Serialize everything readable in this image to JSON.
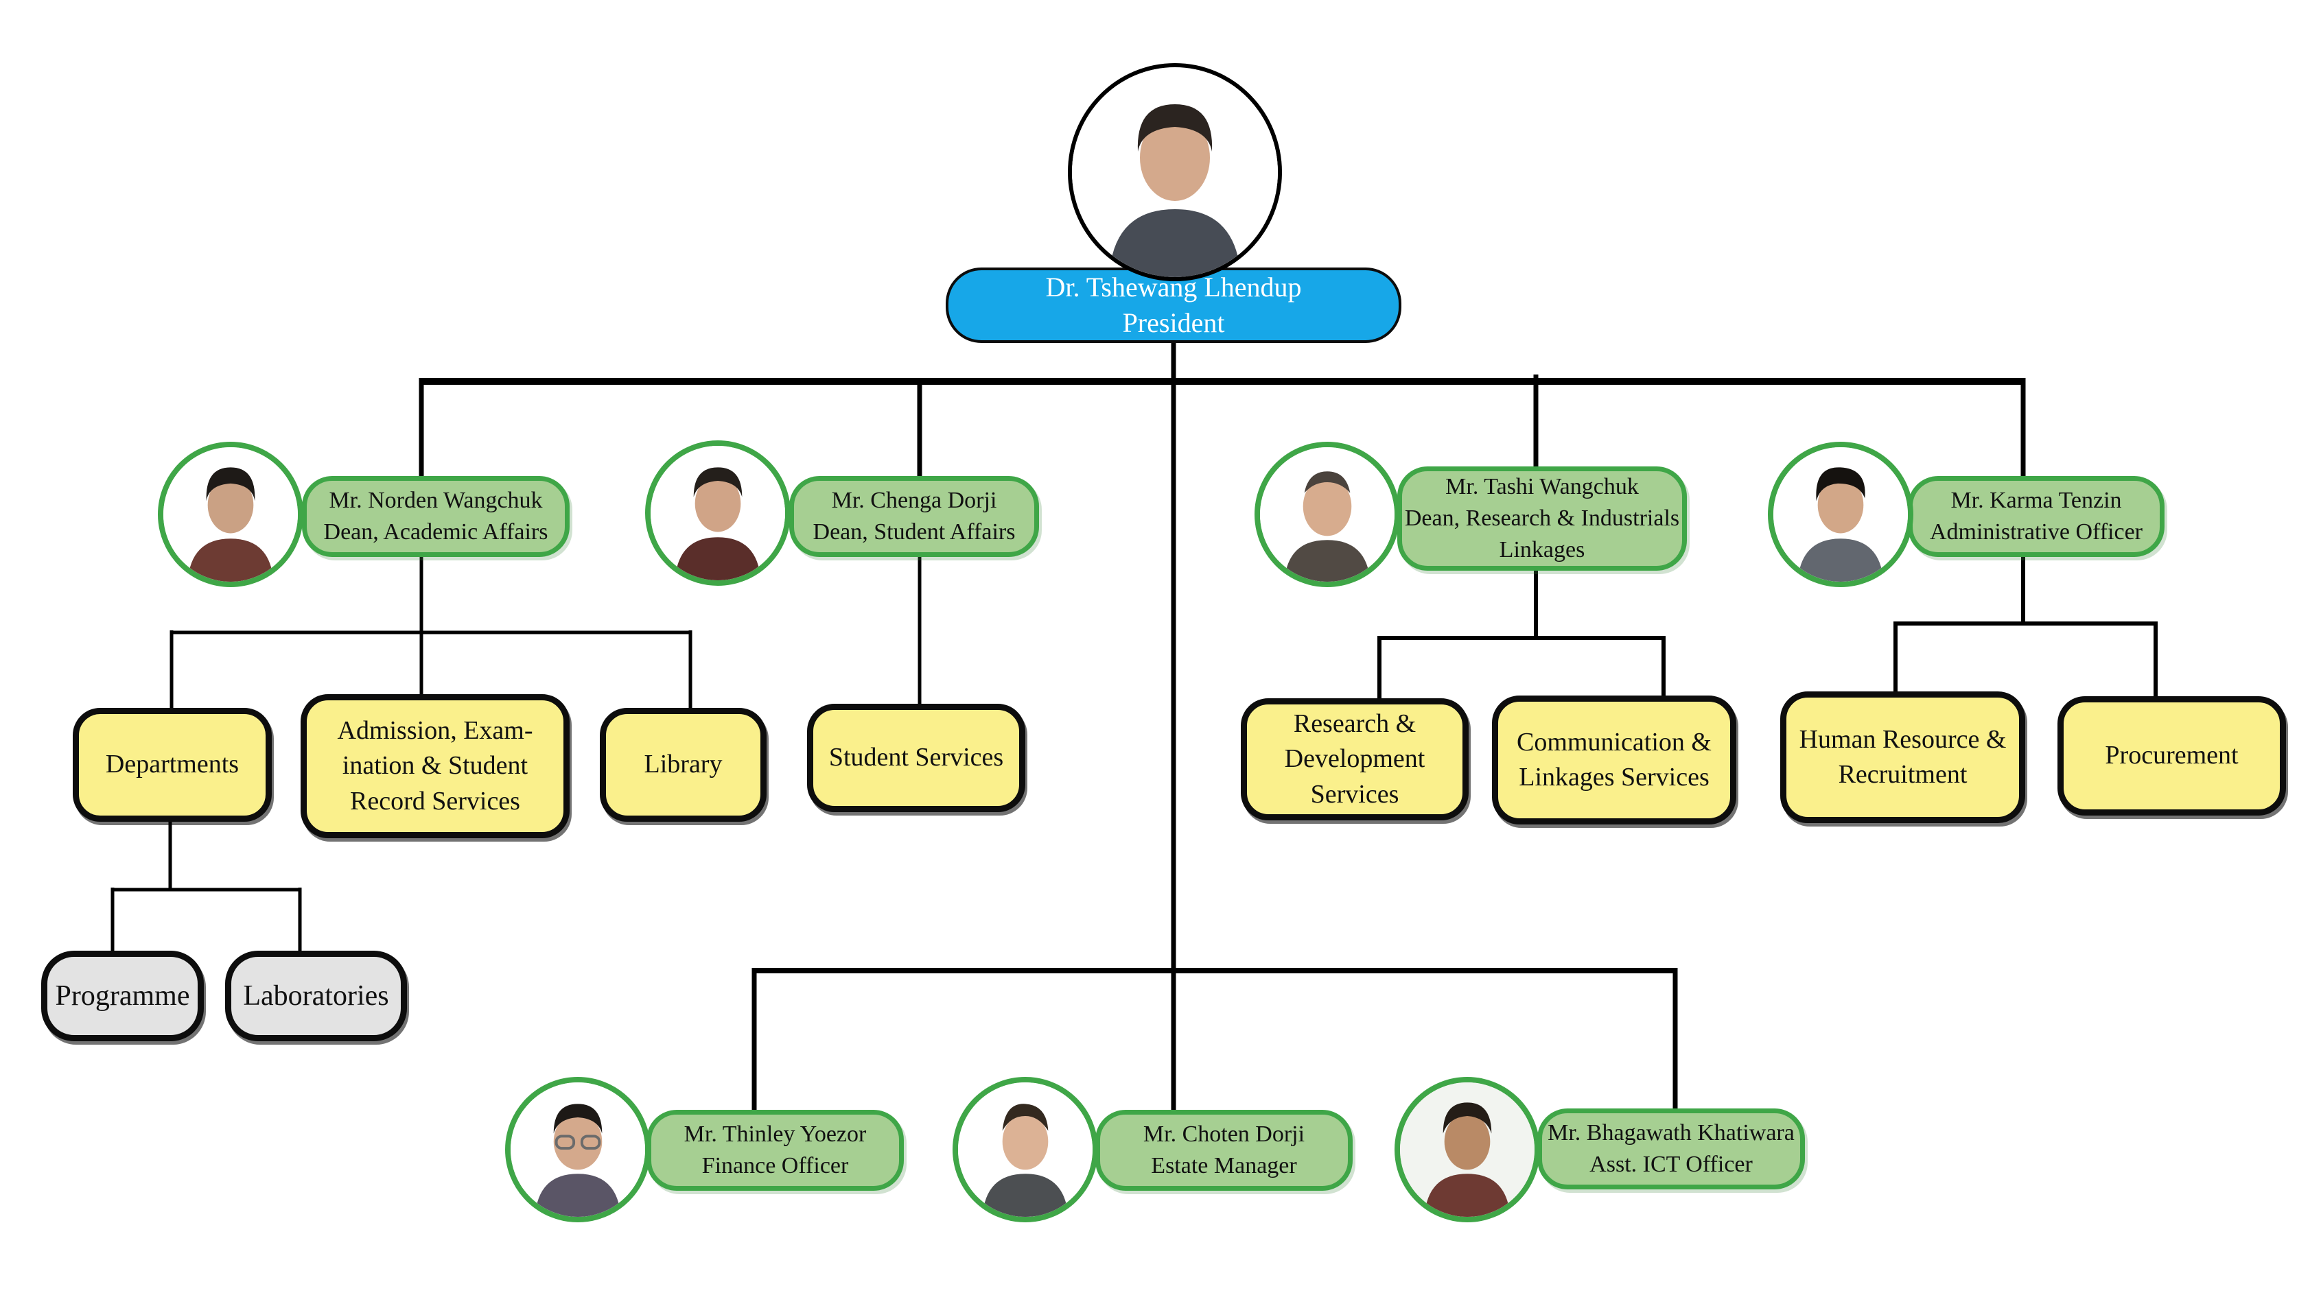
{
  "org": {
    "president": {
      "name": "Dr. Tshewang Lhendup",
      "title": "President"
    },
    "level2": [
      {
        "name": "Mr. Norden Wangchuk",
        "title": "Dean, Academic Affairs"
      },
      {
        "name": "Mr. Chenga Dorji",
        "title": "Dean, Student Affairs"
      },
      {
        "name": "Mr. Tashi Wangchuk",
        "title": "Dean, Research & Industrials\nLinkages"
      },
      {
        "name": "Mr. Karma Tenzin",
        "title": "Administrative Officer"
      }
    ],
    "units": [
      {
        "label": "Departments"
      },
      {
        "label": "Admission, Exam-\nination & Student\nRecord Services"
      },
      {
        "label": "Library"
      },
      {
        "label": "Student Services"
      },
      {
        "label": "Research &\nDevelopment\nServices"
      },
      {
        "label": "Communication &\nLinkages Services"
      },
      {
        "label": "Human Resource &\nRecruitment"
      },
      {
        "label": "Procurement"
      }
    ],
    "sub_units": [
      {
        "label": "Programme"
      },
      {
        "label": "Laboratories"
      }
    ],
    "officers": [
      {
        "name": "Mr. Thinley Yoezor",
        "title": "Finance Officer"
      },
      {
        "name": "Mr. Choten Dorji",
        "title": "Estate Manager"
      },
      {
        "name": "Mr. Bhagawath Khatiwara",
        "title": "Asst. ICT Officer"
      }
    ],
    "colors": {
      "president_box_fill": "#17A7E8",
      "person_box_fill": "#A6CF92",
      "person_box_border": "#3FA647",
      "unit_box_fill": "#FAF08C",
      "sub_unit_box_fill": "#E3E3E3",
      "line_color": "#000000"
    }
  }
}
